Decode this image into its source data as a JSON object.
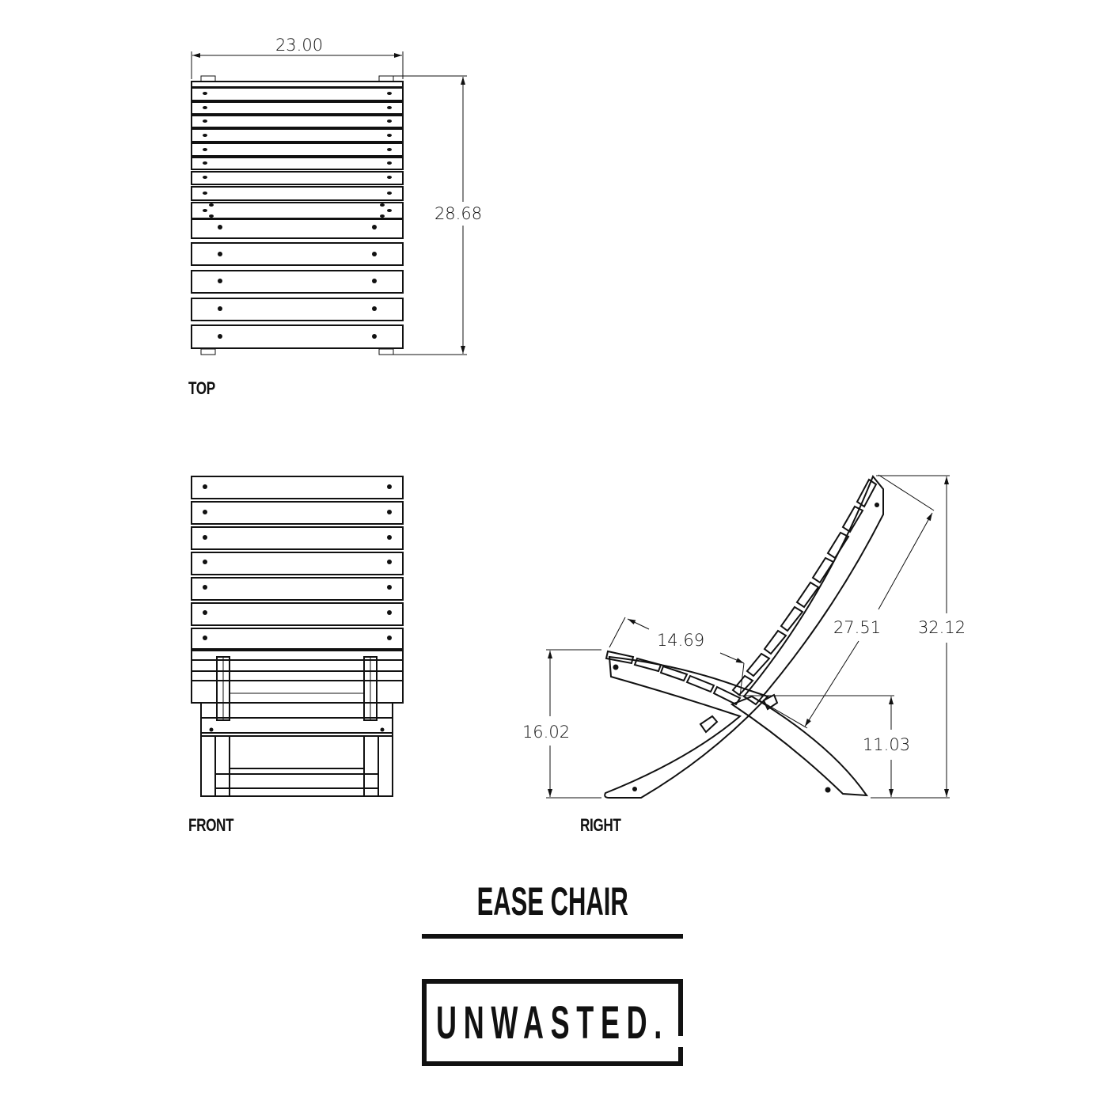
{
  "drawing": {
    "title": "EASE CHAIR",
    "brand": "UNWASTED.",
    "colors": {
      "ink": "#111111",
      "background": "#ffffff"
    }
  },
  "views": {
    "top": {
      "label": "TOP",
      "dimensions": {
        "width": "23.00",
        "depth": "28.68"
      }
    },
    "front": {
      "label": "FRONT"
    },
    "right": {
      "label": "RIGHT",
      "dimensions": {
        "seat_length": "14.69",
        "back_length": "27.51",
        "overall_height": "32.12",
        "seat_front_height": "16.02",
        "seat_rear_height": "11.03"
      }
    }
  }
}
